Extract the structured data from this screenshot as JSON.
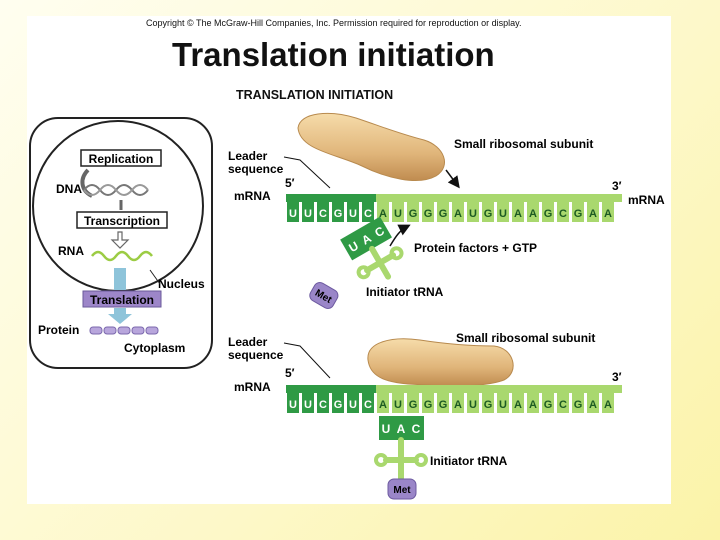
{
  "header": {
    "copyright": "Copyright © The McGraw-Hill Companies, Inc. Permission required for reproduction or display.",
    "title": "Translation initiation",
    "subtitle": "TRANSLATION INITIATION"
  },
  "overview": {
    "replication": "Replication",
    "dna": "DNA",
    "transcription": "Transcription",
    "rna": "RNA",
    "nucleus": "Nucleus",
    "translation": "Translation",
    "protein": "Protein",
    "cytoplasm": "Cytoplasm"
  },
  "top_panel": {
    "small_subunit": "Small ribosomal subunit",
    "leader_line1": "Leader",
    "leader_line2": "sequence",
    "five_prime": "5′",
    "three_prime": "3′",
    "mrna_left": "mRNA",
    "mrna_right": "mRNA",
    "protein_factors": "Protein factors + GTP",
    "initiator_trna": "Initiator tRNA",
    "met": "Met",
    "anticodon": [
      "U",
      "A",
      "C"
    ]
  },
  "bottom_panel": {
    "small_subunit": "Small ribosomal subunit",
    "leader_line1": "Leader",
    "leader_line2": "sequence",
    "five_prime": "5′",
    "three_prime": "3′",
    "mrna_left": "mRNA",
    "initiator_trna": "Initiator tRNA",
    "met": "Met",
    "anticodon": [
      "U",
      "A",
      "C"
    ]
  },
  "mrna_sequence": [
    "U",
    "U",
    "C",
    "G",
    "U",
    "C",
    "A",
    "U",
    "G",
    "G",
    "G",
    "A",
    "U",
    "G",
    "U",
    "A",
    "A",
    "G",
    "C",
    "G",
    "A",
    "A"
  ],
  "colors": {
    "leader_dark": "#2f9a45",
    "coding_light": "#a9d86e",
    "ribosome": "#e0b57a",
    "met_purple": "#9a86c8",
    "translation_box": "#9d86c9",
    "arrow_blue": "#8ec4da"
  }
}
